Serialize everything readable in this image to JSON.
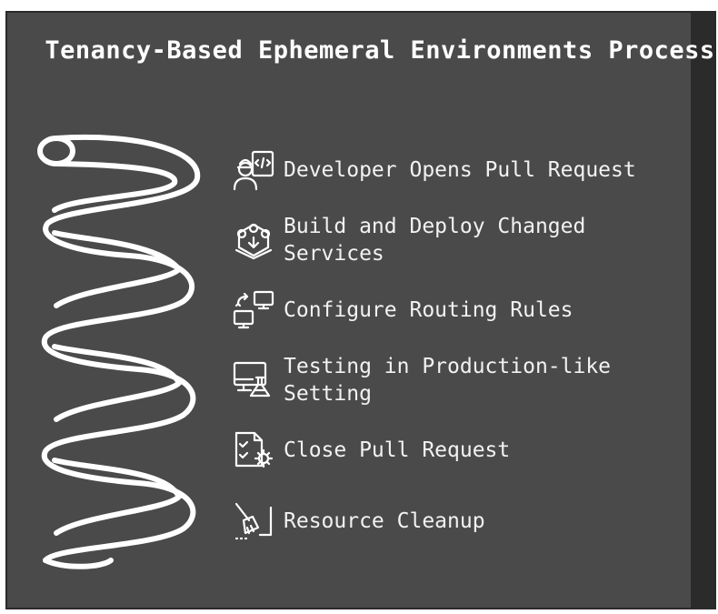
{
  "title": "Tenancy-Based Ephemeral Environments Process",
  "colors": {
    "panel": "#4a4a4a",
    "strip": "#2b2b2b",
    "stroke": "#ffffff",
    "text": "#f2f2f2"
  },
  "steps": [
    {
      "icon": "developer-code-icon",
      "label": "Developer Opens Pull Request"
    },
    {
      "icon": "build-deploy-icon",
      "label": "Build and Deploy Changed Services"
    },
    {
      "icon": "routing-monitors-icon",
      "label": "Configure Routing Rules"
    },
    {
      "icon": "monitor-flask-icon",
      "label": "Testing in Production-like Setting"
    },
    {
      "icon": "checklist-gear-icon",
      "label": "Close Pull Request"
    },
    {
      "icon": "broom-icon",
      "label": "Resource Cleanup"
    }
  ]
}
